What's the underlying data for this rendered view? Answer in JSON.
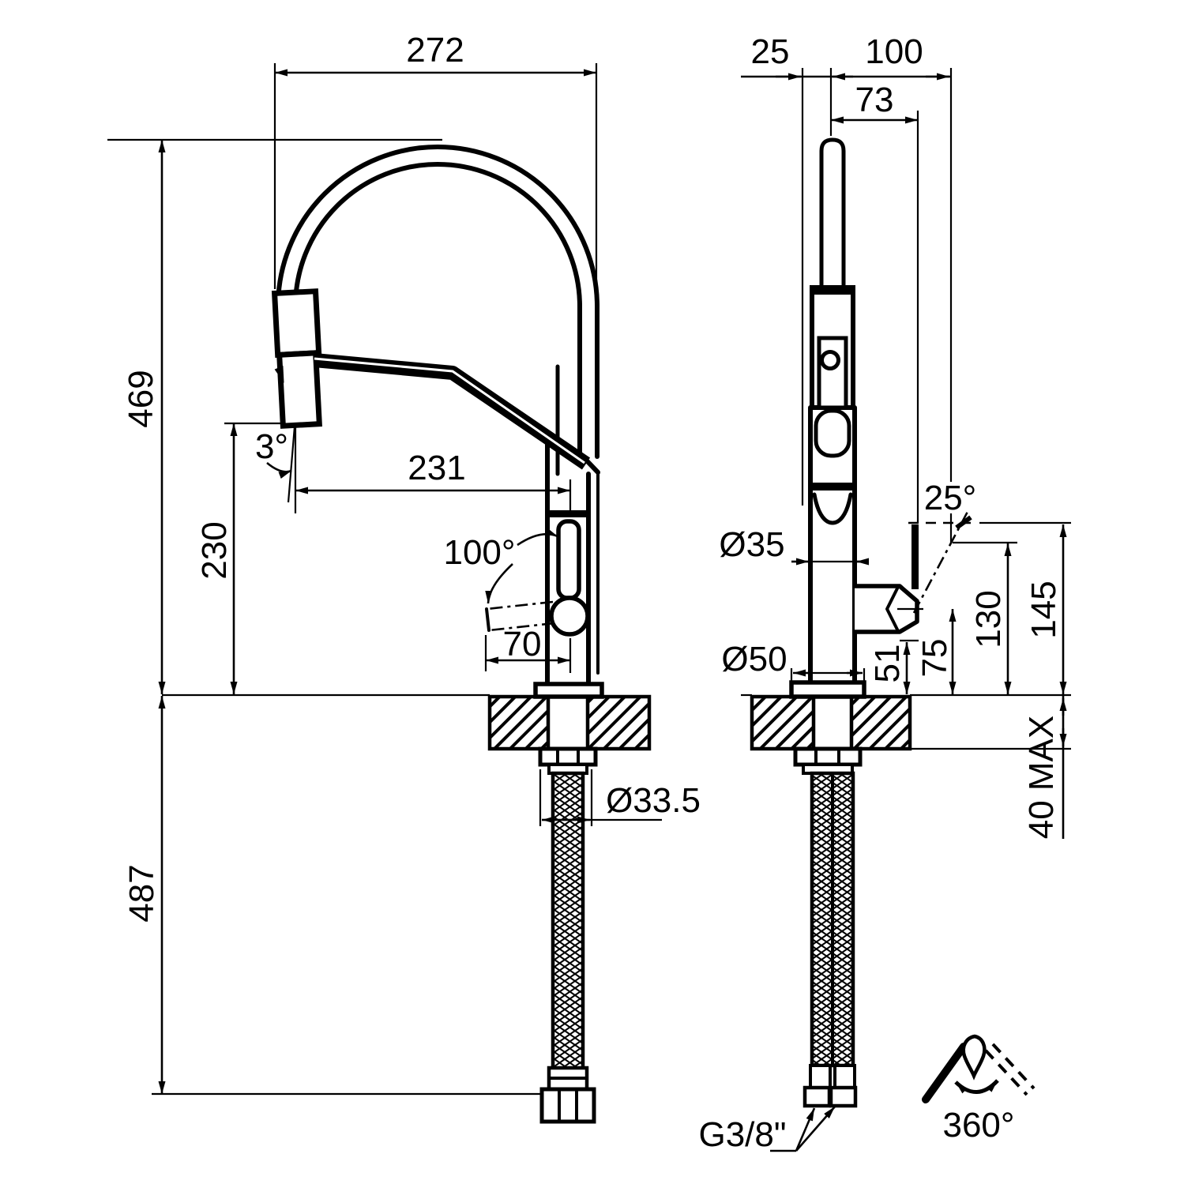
{
  "drawing": {
    "subject": "kitchen pull-down faucet, two orthographic views with dimensions (mm)",
    "front_view": {
      "overall_width": "272",
      "spout_height": "469",
      "spray_head_height": "230",
      "spray_head_tilt": "3°",
      "spout_reach": "231",
      "handle_swing_angle": "100°",
      "handle_swing_offset": "70",
      "mounting_hole_diameter": "Ø33.5",
      "hose_length_below_counter": "487"
    },
    "side_view": {
      "spout_back_offset": "25",
      "handle_tip_reach": "100",
      "handle_upright_reach": "73",
      "body_diameter": "Ø35",
      "base_diameter": "Ø50",
      "handle_tilt_angle": "25°",
      "outlet_height": "51",
      "pivot_height": "75",
      "handle_top_height": "130",
      "handle_tip_height": "145",
      "counter_thickness_max": "40 MAX"
    },
    "annotations": {
      "supply_thread": "G3/8\"",
      "spout_rotation": "360°"
    }
  }
}
